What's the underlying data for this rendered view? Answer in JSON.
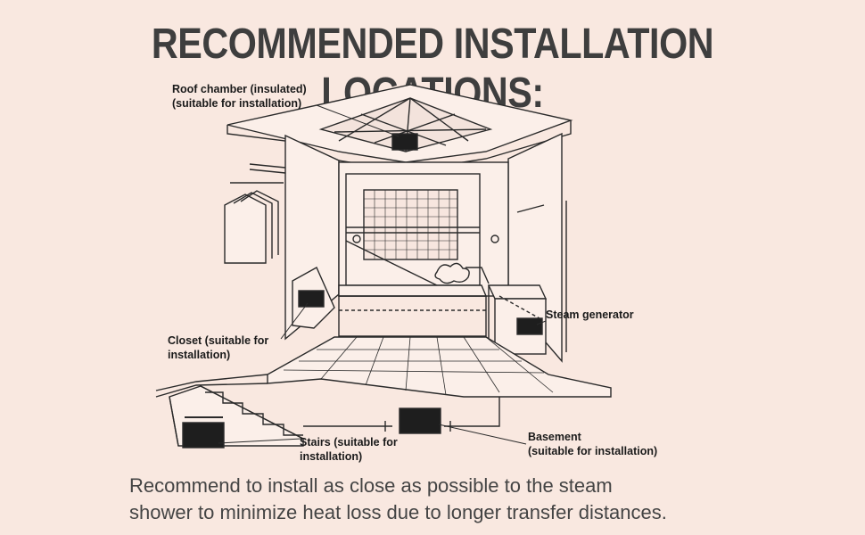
{
  "title": "RECOMMENDED INSTALLATION LOCATIONS:",
  "locations": {
    "roof": {
      "line1": "Roof chamber (insulated)",
      "line2": "(suitable for installation)"
    },
    "closet": {
      "line1": "Closet (suitable for",
      "line2": "installation)"
    },
    "steam": {
      "line1": "Steam generator"
    },
    "stairs": {
      "line1": "Stairs (suitable for",
      "line2": "installation)"
    },
    "basement": {
      "line1": "Basement",
      "line2": "(suitable for installation)"
    }
  },
  "footer": {
    "line1": "Recommend to install as close as possible to the steam",
    "line2": "shower to minimize heat loss due to longer transfer distances."
  },
  "colors": {
    "background": "#f9e8e0",
    "title": "#3e3e3e",
    "line": "#2a2a2a",
    "box": "#1e1e1e"
  }
}
